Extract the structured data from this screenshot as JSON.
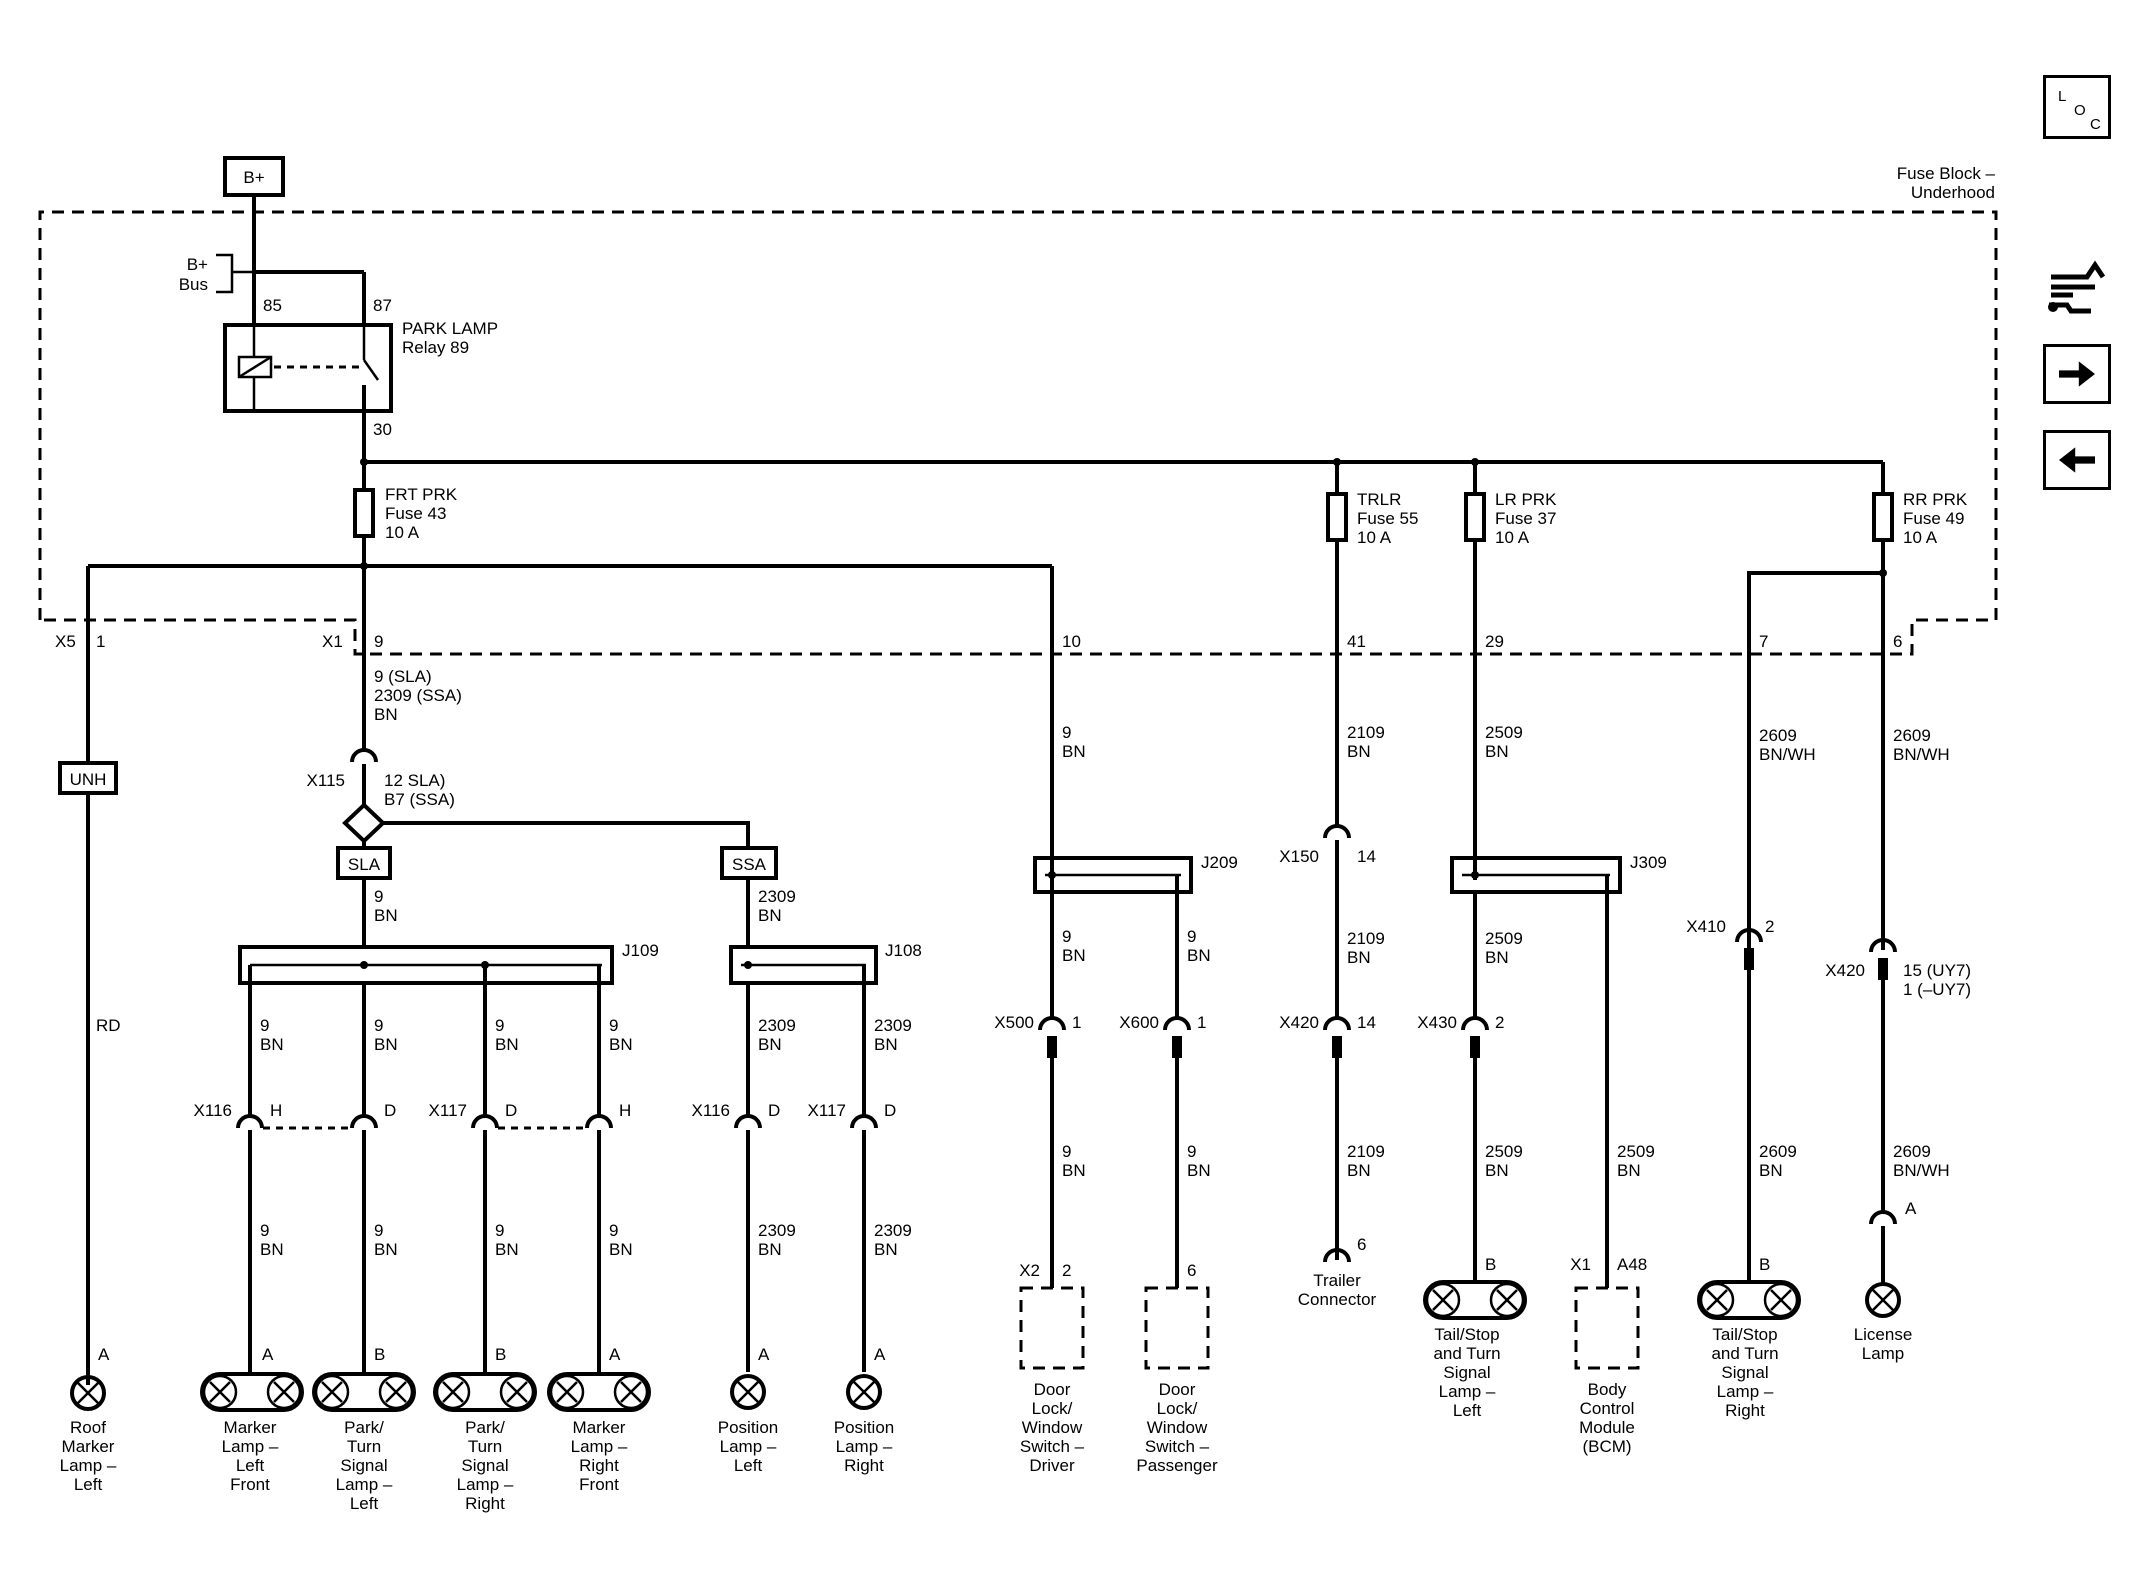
{
  "buttons": {
    "loc": [
      "L",
      "O",
      "C"
    ]
  },
  "supply": {
    "bplus_box": "B+",
    "bplus_bus": [
      "B+",
      "Bus"
    ]
  },
  "fuse_block": [
    "Fuse Block –",
    "Underhood"
  ],
  "relay": {
    "pin85": "85",
    "pin87": "87",
    "pin30": "30",
    "name": [
      "PARK LAMP",
      "Relay 89"
    ]
  },
  "fuses": {
    "frt": [
      "FRT PRK",
      "Fuse 43",
      "10 A"
    ],
    "trlr": [
      "TRLR",
      "Fuse 55",
      "10 A"
    ],
    "lr": [
      "LR PRK",
      "Fuse 37",
      "10 A"
    ],
    "rr": [
      "RR PRK",
      "Fuse 49",
      "10 A"
    ]
  },
  "connectors": {
    "x5": "X5",
    "x5_pin": "1",
    "x1": "X1",
    "x1_pins": [
      "9",
      "10",
      "41",
      "29",
      "7",
      "6"
    ],
    "x115": "X115",
    "x115_pins": [
      "12 SLA)",
      "B7 (SSA)"
    ],
    "x116": "X116",
    "x117": "X117",
    "x500": "X500",
    "x600": "X600",
    "x150": "X150",
    "x420": "X420",
    "x430": "X430",
    "x410": "X410",
    "pins": {
      "one": "1",
      "two": "2",
      "six": "6",
      "fourteen": "14",
      "H": "H",
      "D": "D",
      "A": "A",
      "B": "B",
      "A48": "A48",
      "x1": "X1",
      "x2": "X2"
    },
    "x420_right": [
      "15 (UY7)",
      "1 (–UY7)"
    ]
  },
  "options": {
    "unh": "UNH",
    "sla": "SLA",
    "ssa": "SSA"
  },
  "splices": {
    "j109": "J109",
    "j108": "J108",
    "j209": "J209",
    "j309": "J309"
  },
  "wires": {
    "main": [
      "9 (SLA)",
      "2309 (SSA)",
      "BN"
    ],
    "w9": [
      "9",
      "BN"
    ],
    "w2309": [
      "2309",
      "BN"
    ],
    "w2109": [
      "2109",
      "BN"
    ],
    "w2509": [
      "2509",
      "BN"
    ],
    "w2609bw": [
      "2609",
      "BN/WH"
    ],
    "w2609b": [
      "2609",
      "BN"
    ],
    "rd": "RD"
  },
  "components": {
    "roof": [
      "Roof",
      "Marker",
      "Lamp –",
      "Left"
    ],
    "mlf": [
      "Marker",
      "Lamp –",
      "Left",
      "Front"
    ],
    "ptl": [
      "Park/",
      "Turn",
      "Signal",
      "Lamp –",
      "Left"
    ],
    "ptr": [
      "Park/",
      "Turn",
      "Signal",
      "Lamp –",
      "Right"
    ],
    "mrf": [
      "Marker",
      "Lamp –",
      "Right",
      "Front"
    ],
    "pll": [
      "Position",
      "Lamp –",
      "Left"
    ],
    "plr": [
      "Position",
      "Lamp –",
      "Right"
    ],
    "dld": [
      "Door",
      "Lock/",
      "Window",
      "Switch –",
      "Driver"
    ],
    "dlp": [
      "Door",
      "Lock/",
      "Window",
      "Switch –",
      "Passenger"
    ],
    "trailer": [
      "Trailer",
      "Connector"
    ],
    "tsl": [
      "Tail/Stop",
      "and Turn",
      "Signal",
      "Lamp –",
      "Left"
    ],
    "bcm": [
      "Body",
      "Control",
      "Module",
      "(BCM)"
    ],
    "tsr": [
      "Tail/Stop",
      "and Turn",
      "Signal",
      "Lamp –",
      "Right"
    ],
    "lic": [
      "License",
      "Lamp"
    ]
  }
}
